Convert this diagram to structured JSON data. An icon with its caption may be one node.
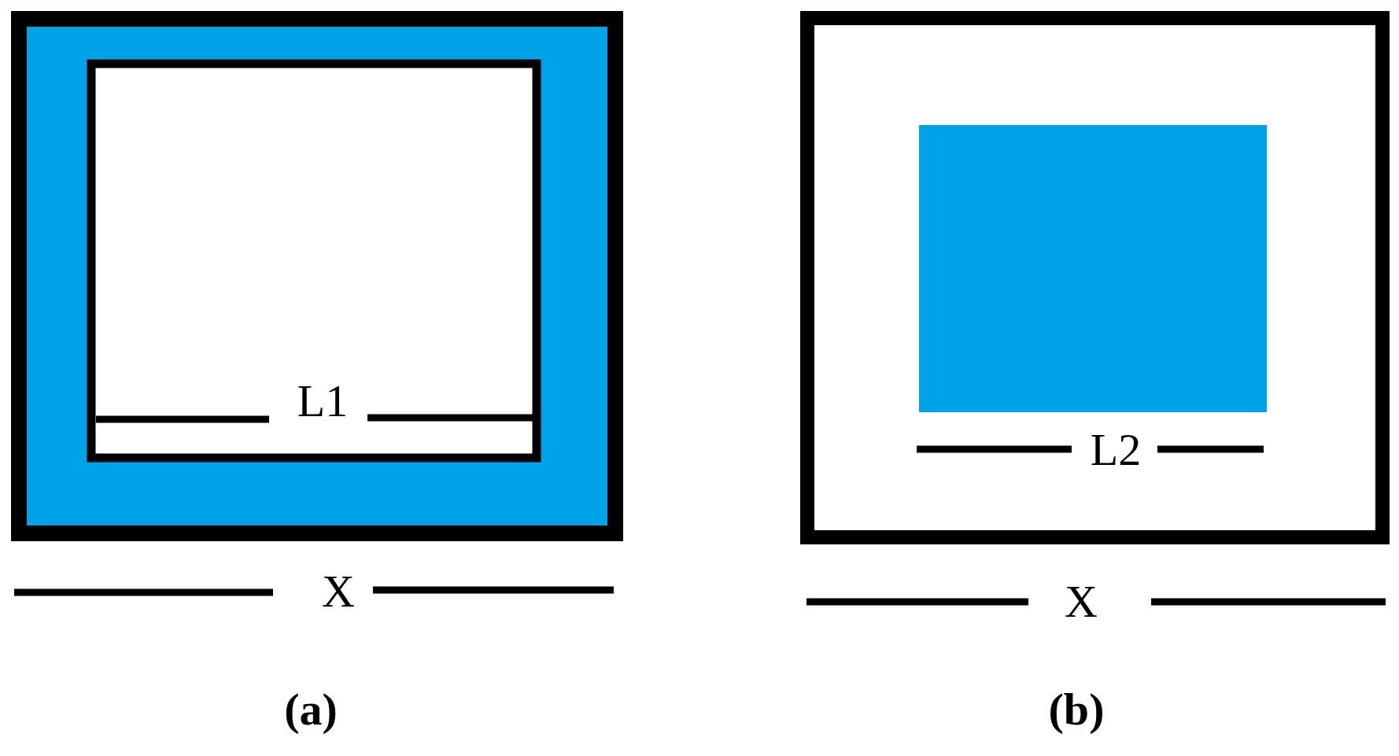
{
  "diagram": {
    "labels": [
      "L1",
      "X",
      "(a)",
      "L2",
      "X",
      "(b)"
    ]
  }
}
